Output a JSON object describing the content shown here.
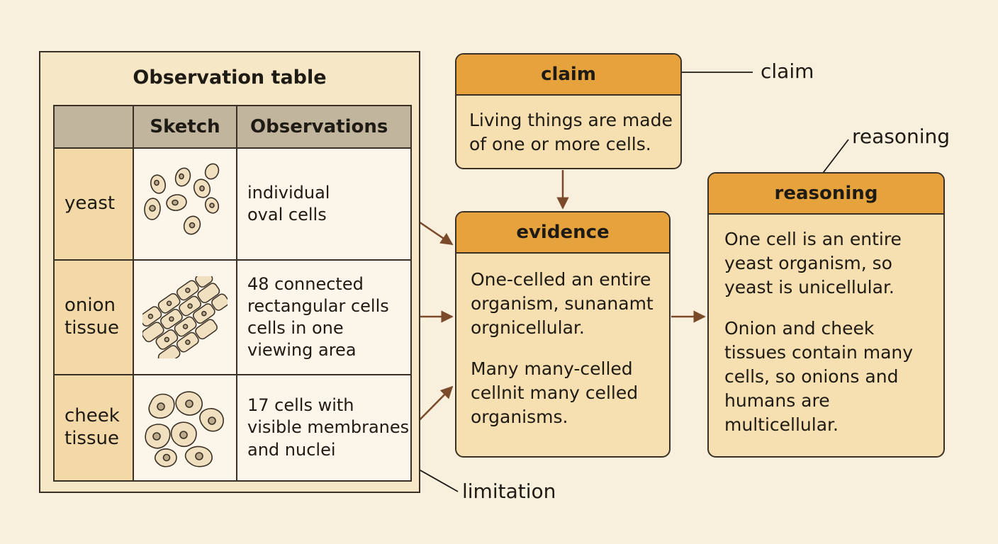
{
  "observation_table": {
    "title": "Observation table",
    "headers": [
      "",
      "Sketch",
      "Observations"
    ],
    "rows": [
      {
        "name": "yeast",
        "observations": "individual\noval cells",
        "sketch_icon": "yeast-cells-icon"
      },
      {
        "name": "onion\ntissue",
        "observations": "48 connected\nrectangular cells\ncells in one\nviewing area",
        "sketch_icon": "onion-cells-icon"
      },
      {
        "name": "cheek\ntissue",
        "observations": "17 cells with\nvisible membranes\nand nuclei",
        "sketch_icon": "cheek-cells-icon"
      }
    ]
  },
  "claim": {
    "heading": "claim",
    "text": "Living things are made\nof one or more cells."
  },
  "evidence": {
    "heading": "evidence",
    "paragraphs": [
      "One-celled an entire\norganism, sunanamt\norgnicellular.",
      "Many many-celled\ncellnit many celled\norganisms."
    ]
  },
  "reasoning": {
    "heading": "reasoning",
    "paragraphs": [
      "One cell is an entire\nyeast organism, so\nyeast is unicellular.",
      "Onion and cheek\ntissues contain many\ncells, so onions and\nhumans are\nmulticellular."
    ]
  },
  "callouts": {
    "claim": "claim",
    "reasoning": "reasoning",
    "limitation": "limitation"
  },
  "colors": {
    "background": "#f8efdc",
    "header_orange": "#e6a23d",
    "box_fill": "#f6dfb0",
    "arrow_brown": "#7a4a2a",
    "table_header_gray": "#c2b59d",
    "row_label_fill": "#f3d9a7"
  }
}
